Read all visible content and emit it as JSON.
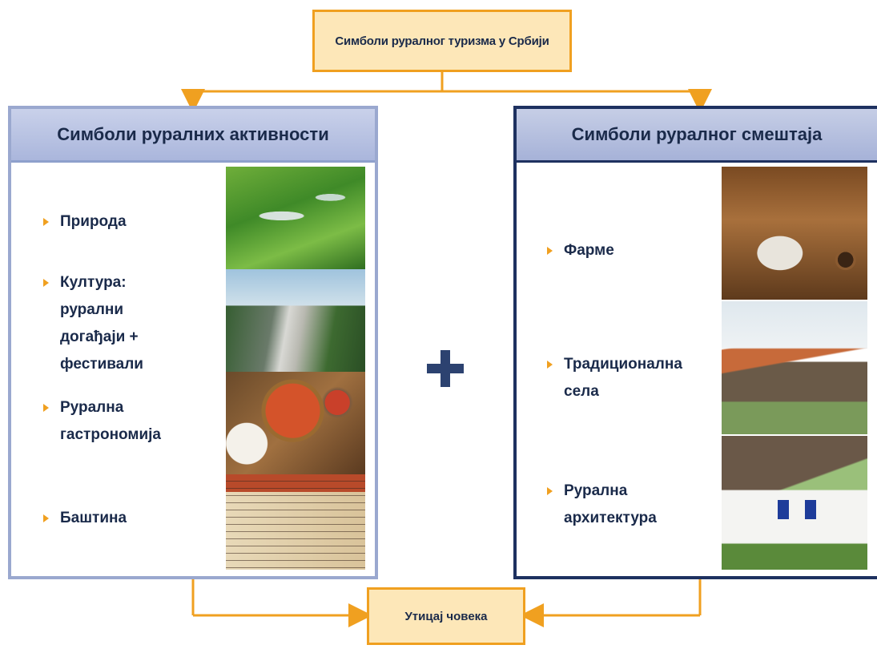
{
  "title": "Симболи руралног туризма у Србији",
  "bottom": "Утицај човека",
  "left_panel": {
    "heading": "Симболи руралних активности",
    "items": [
      {
        "label": "Природа"
      },
      {
        "label": "Култура:\nрурални\nдогађаји +\nфестивали"
      },
      {
        "label": "Рурална\nгастрономија"
      },
      {
        "label": "Баштина"
      }
    ]
  },
  "right_panel": {
    "heading": "Симболи руралног смештаја",
    "items": [
      {
        "label": "Фарме"
      },
      {
        "label": "Традиционална\nсела"
      },
      {
        "label": "Рурална\nархитектура"
      }
    ]
  },
  "colors": {
    "accent_orange": "#f0a020",
    "box_fill": "#fde7b8",
    "text_navy": "#1a2a4a",
    "left_border": "#9aa8cf",
    "right_border": "#1e3160",
    "plus": "#2c4270"
  },
  "icons": {
    "bullet": "triangle-right-icon",
    "plus": "plus-icon"
  }
}
